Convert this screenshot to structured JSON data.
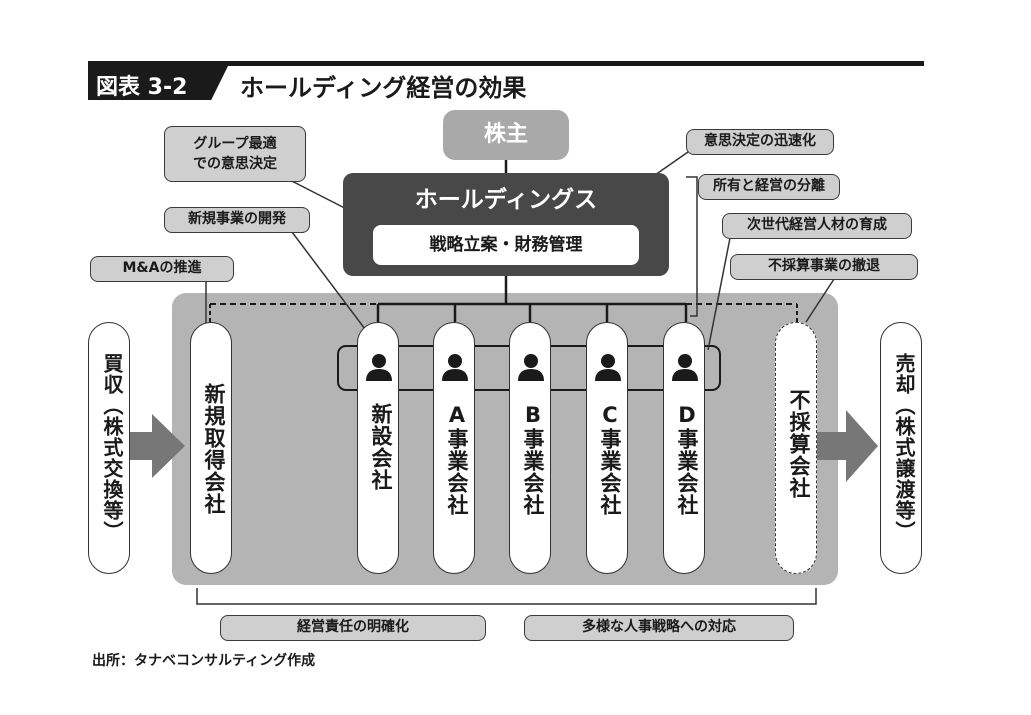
{
  "figure": {
    "label": "図表 3-2",
    "title": "ホールディング経営の効果"
  },
  "top": {
    "shareholder": "株主",
    "holdings": "ホールディングス",
    "strategy": "戦略立案・財務管理"
  },
  "tags": {
    "group_opt": "グループ最適\nでの意思決定",
    "new_biz": "新規事業の開発",
    "ma": "M&Aの推進",
    "speed": "意思決定の迅速化",
    "separation": "所有と経営の分離",
    "next_gen": "次世代経営人材の育成",
    "withdraw": "不採算事業の撤退",
    "responsibility": "経営責任の明確化",
    "hr": "多様な人事戦略への対応"
  },
  "side": {
    "buy": "買収（株式交換等）",
    "sell": "売却（株式譲渡等）"
  },
  "companies": {
    "acquired": "新規取得会社",
    "new_co": "新設会社",
    "a": "A事業会社",
    "b": "B事業会社",
    "c": "C事業会社",
    "d": "D事業会社",
    "unprofitable": "不採算会社"
  },
  "source": "出所：タナベコンサルティング作成",
  "colors": {
    "dark": "#484848",
    "panel": "#b4b4b4",
    "tag": "#cfcfcf",
    "shareholder": "#a9a9a9",
    "arrow": "#777777"
  }
}
